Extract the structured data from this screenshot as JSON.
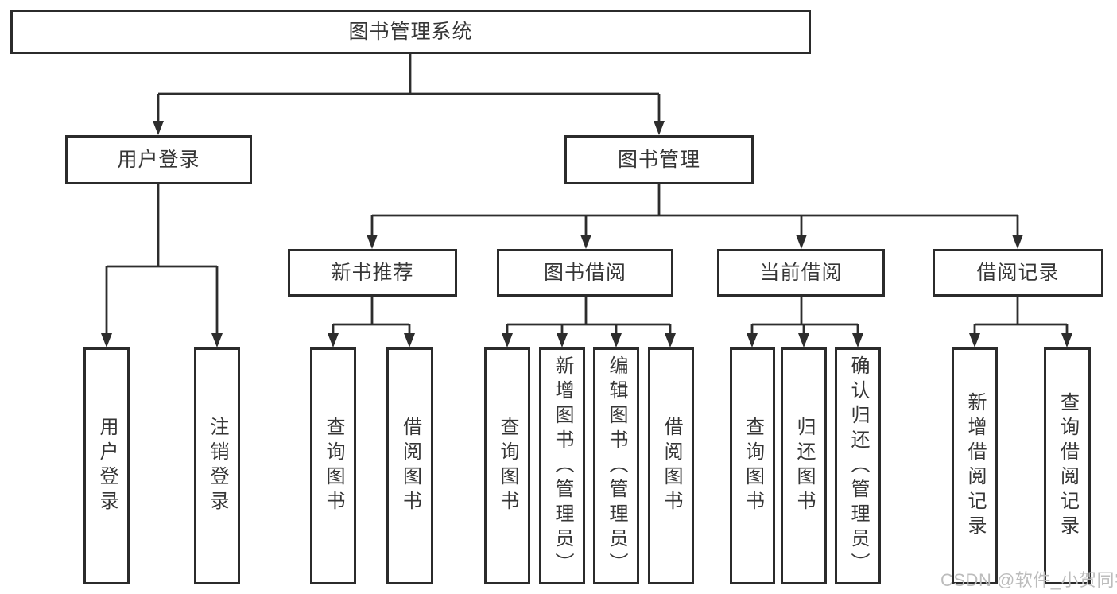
{
  "tree": {
    "root": {
      "label": "图书管理系统",
      "children": [
        {
          "label": "用户登录",
          "children": [
            {
              "label": "用户登录"
            },
            {
              "label": "注销登录"
            }
          ]
        },
        {
          "label": "图书管理",
          "children": [
            {
              "label": "新书推荐",
              "children": [
                {
                  "label": "查询图书"
                },
                {
                  "label": "借阅图书"
                }
              ]
            },
            {
              "label": "图书借阅",
              "children": [
                {
                  "label": "查询图书"
                },
                {
                  "label": "新增图书（管理员）"
                },
                {
                  "label": "编辑图书（管理员）"
                },
                {
                  "label": "借阅图书"
                }
              ]
            },
            {
              "label": "当前借阅",
              "children": [
                {
                  "label": "查询图书"
                },
                {
                  "label": "归还图书"
                },
                {
                  "label": "确认归还（管理员）"
                }
              ]
            },
            {
              "label": "借阅记录",
              "children": [
                {
                  "label": "新增借阅记录"
                },
                {
                  "label": "查询借阅记录"
                }
              ]
            }
          ]
        }
      ]
    }
  },
  "watermark": {
    "text": "CSDN @软件_小贺同学"
  },
  "colors": {
    "line": "#2d2d2d",
    "box_border": "#2b2b2b",
    "text": "#363636",
    "watermark": "#bcbcbc",
    "background": "#ffffff"
  }
}
